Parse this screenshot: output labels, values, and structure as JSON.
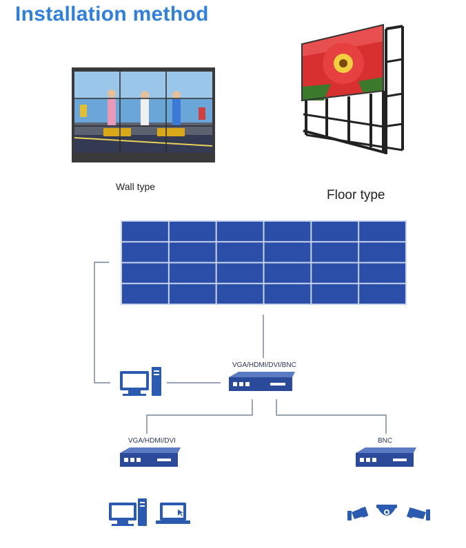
{
  "title": "Installation method",
  "captions": {
    "wall": "Wall type",
    "floor": "Floor type"
  },
  "video_wall": {
    "rows": 4,
    "cols": 6,
    "panel_color": "#2b4fa8",
    "seam_color": "#c9d4ee"
  },
  "connectors": {
    "main": "VGA/HDMI/DVI/BNC",
    "left": "VGA/HDMI/DVI",
    "right": "BNC"
  },
  "colors": {
    "title": "#2f7fe0",
    "line": "#5a6a8a",
    "device": "#2c4a9a",
    "icon": "#2a5bb0"
  }
}
